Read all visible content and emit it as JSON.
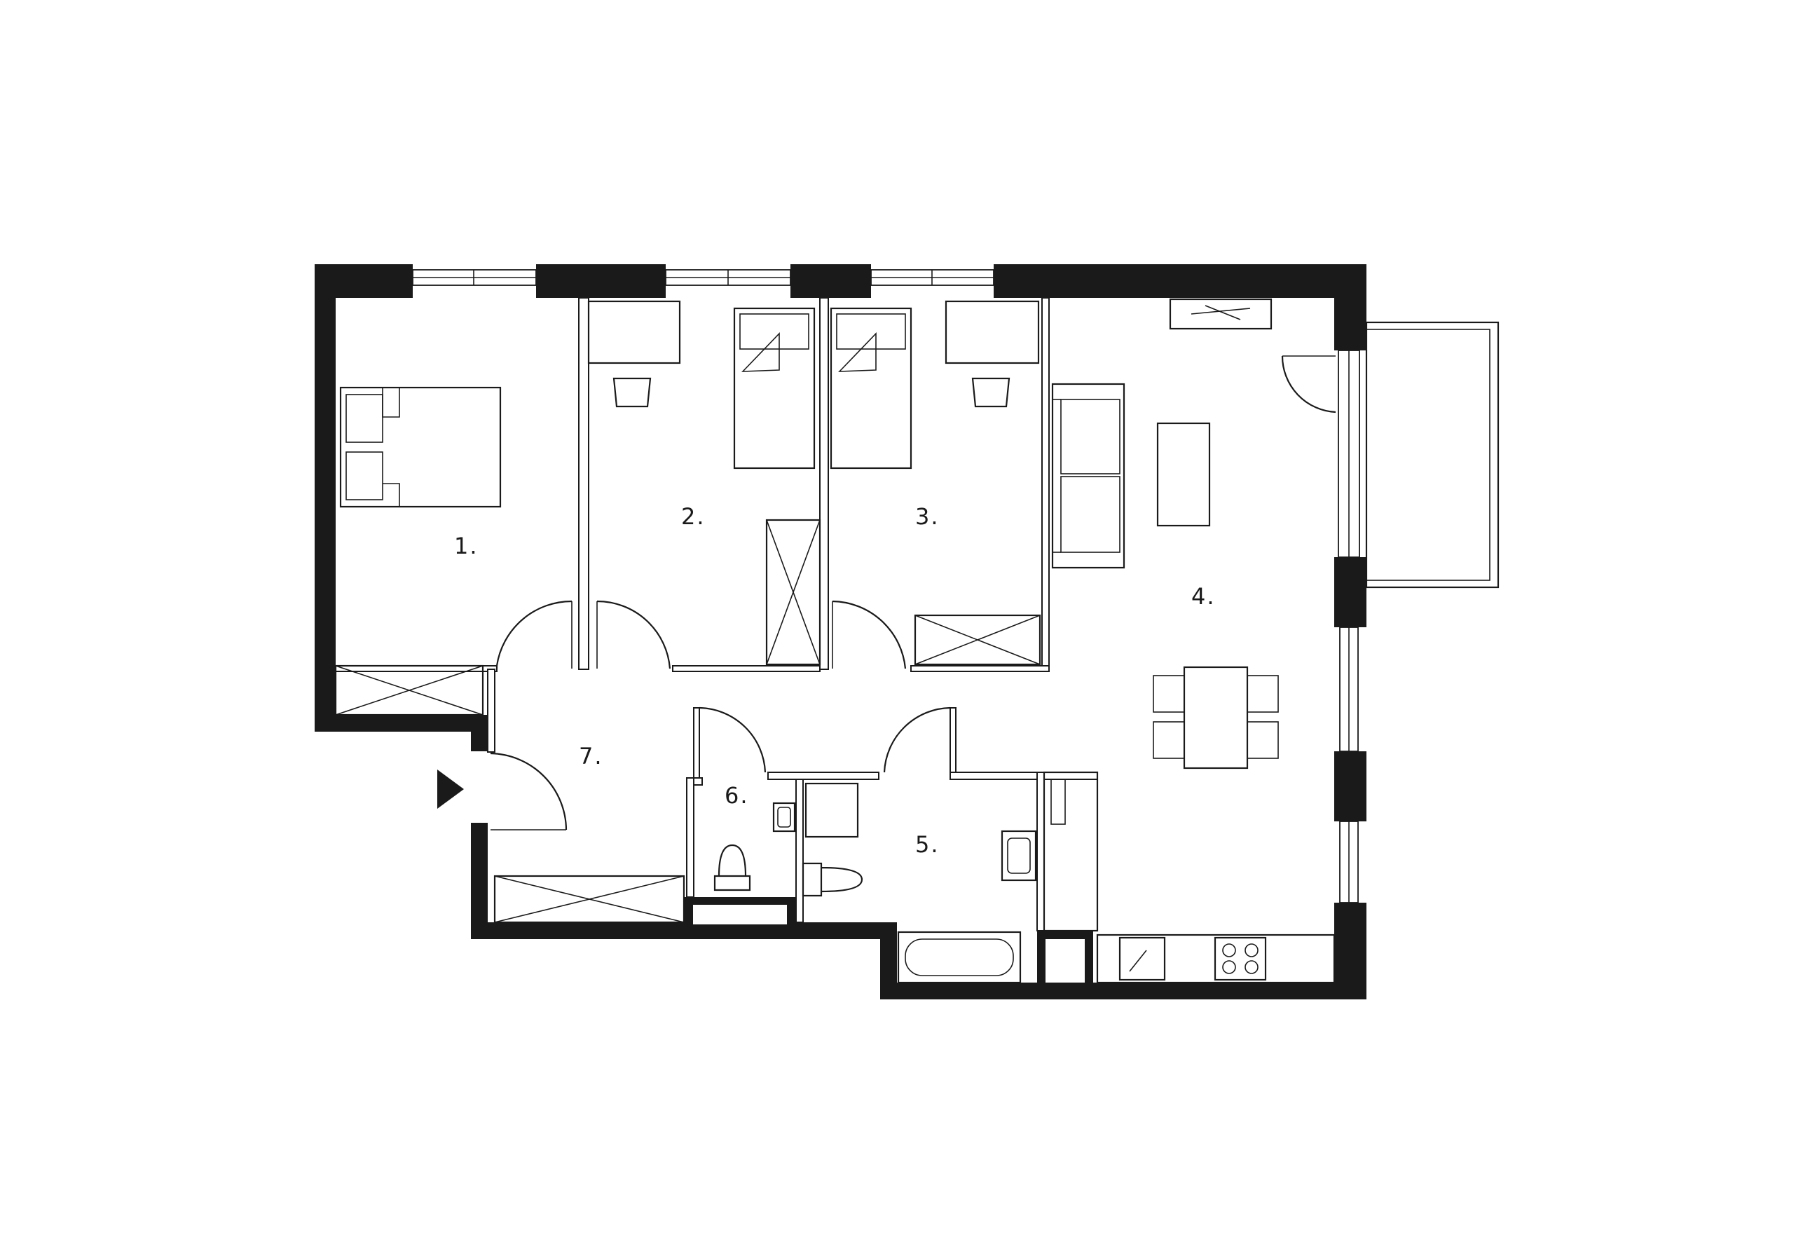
{
  "rooms": [
    {
      "id": "1",
      "label": "1."
    },
    {
      "id": "2",
      "label": "2."
    },
    {
      "id": "3",
      "label": "3."
    },
    {
      "id": "4",
      "label": "4."
    },
    {
      "id": "5",
      "label": "5."
    },
    {
      "id": "6",
      "label": "6."
    },
    {
      "id": "7",
      "label": "7."
    }
  ],
  "colors": {
    "wall": "#1a1a1a",
    "background": "#ffffff"
  },
  "icons": {
    "entrance": "entrance-arrow-icon"
  }
}
